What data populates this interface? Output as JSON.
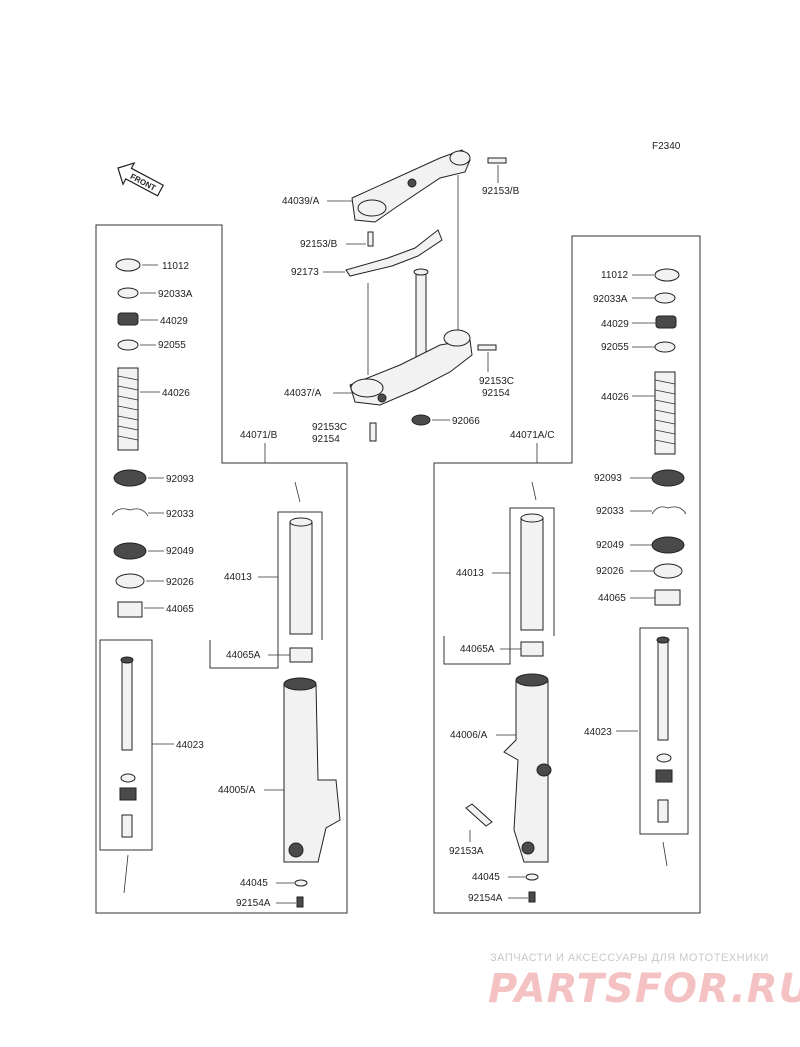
{
  "figure_code": "F2340",
  "front_label": "FRONT",
  "watermark": {
    "line1": "ЗАПЧАСТИ И АКСЕССУАРЫ ДЛЯ МОТОТЕХНИКИ",
    "line2": "PARTSFOR.RU"
  },
  "center_labels": {
    "upper_bracket": "44039/A",
    "bolt_top": "92153/B",
    "bolt_mid": "92153/B",
    "wire_clip": "92173",
    "lower_bracket": "44037/A",
    "bolt_right_1": "92153C",
    "bolt_right_2": "92154",
    "bolt_left_1": "92153C",
    "bolt_left_2": "92154",
    "grommet": "92066"
  },
  "left_fork": {
    "assembly": "44071/B",
    "parts": [
      "11012",
      "92033A",
      "44029",
      "92055",
      "44026",
      "92093",
      "92033",
      "92049",
      "92026",
      "44065",
      "44023"
    ],
    "inner_tube": "44013",
    "bushing": "44065A",
    "outer_tube": "44005/A",
    "washer": "44045",
    "bottom_bolt": "92154A"
  },
  "right_fork": {
    "assembly": "44071A/C",
    "parts": [
      "11012",
      "92033A",
      "44029",
      "92055",
      "44026",
      "92093",
      "92033",
      "92049",
      "92026",
      "44065",
      "44023"
    ],
    "inner_tube": "44013",
    "bushing": "44065A",
    "outer_tube": "44006/A",
    "axle_bolt": "92153A",
    "washer": "44045",
    "bottom_bolt": "92154A"
  }
}
